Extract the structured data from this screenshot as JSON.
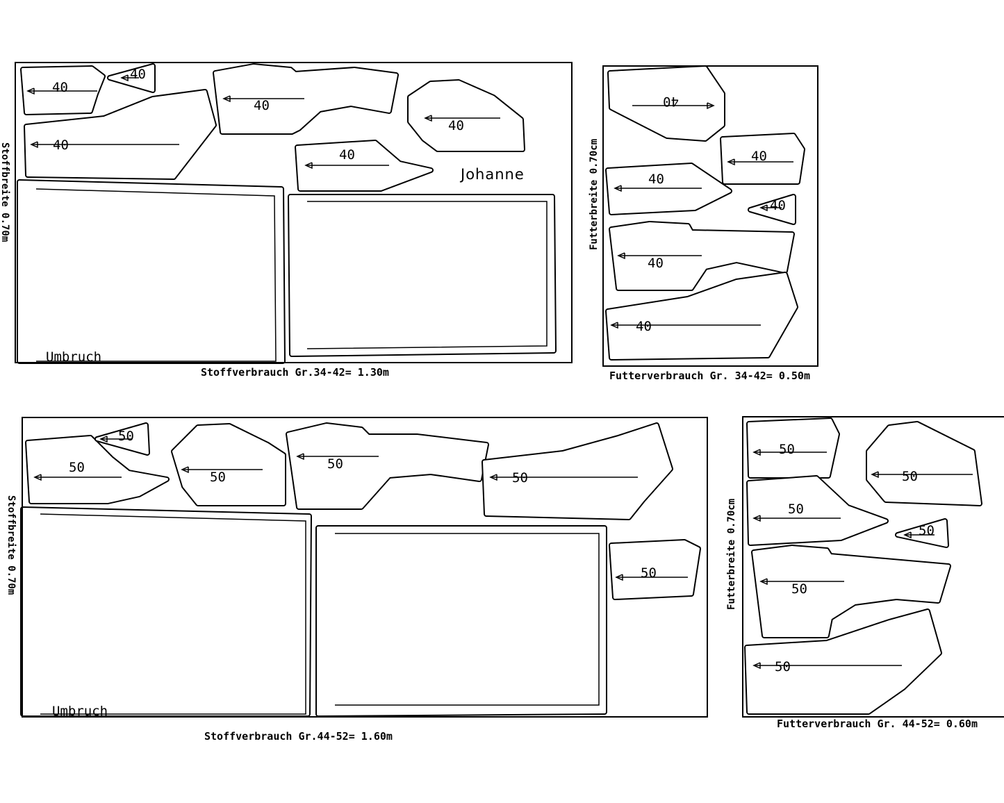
{
  "layout_34_42": {
    "fabric_width": "Stoffbreite 0.70m",
    "fabric_usage": "Stoffverbrauch Gr.34-42= 1.30m",
    "name": "Johanne",
    "fold": "Umbruch",
    "size_labels": [
      "40",
      "40",
      "40",
      "40",
      "40",
      "40"
    ]
  },
  "lining_34_42": {
    "lining_width": "Futterbreite 0.70cm",
    "lining_usage": "Futterverbrauch Gr.  34-42= 0.50m",
    "size_labels": [
      "40",
      "40",
      "40",
      "40",
      "40",
      "40"
    ]
  },
  "layout_44_52": {
    "fabric_width": "Stoffbreite 0.70m",
    "fabric_usage": "Stoffverbrauch Gr.44-52= 1.60m",
    "fold": "Umbruch",
    "size_labels": [
      "50",
      "50",
      "50",
      "50",
      "50",
      "50"
    ]
  },
  "lining_44_52": {
    "lining_width": "Futterbreite 0.70cm",
    "lining_usage": "Futterverbrauch Gr.  44-52= 0.60m",
    "size_labels": [
      "50",
      "50",
      "50",
      "50",
      "50",
      "50"
    ]
  }
}
